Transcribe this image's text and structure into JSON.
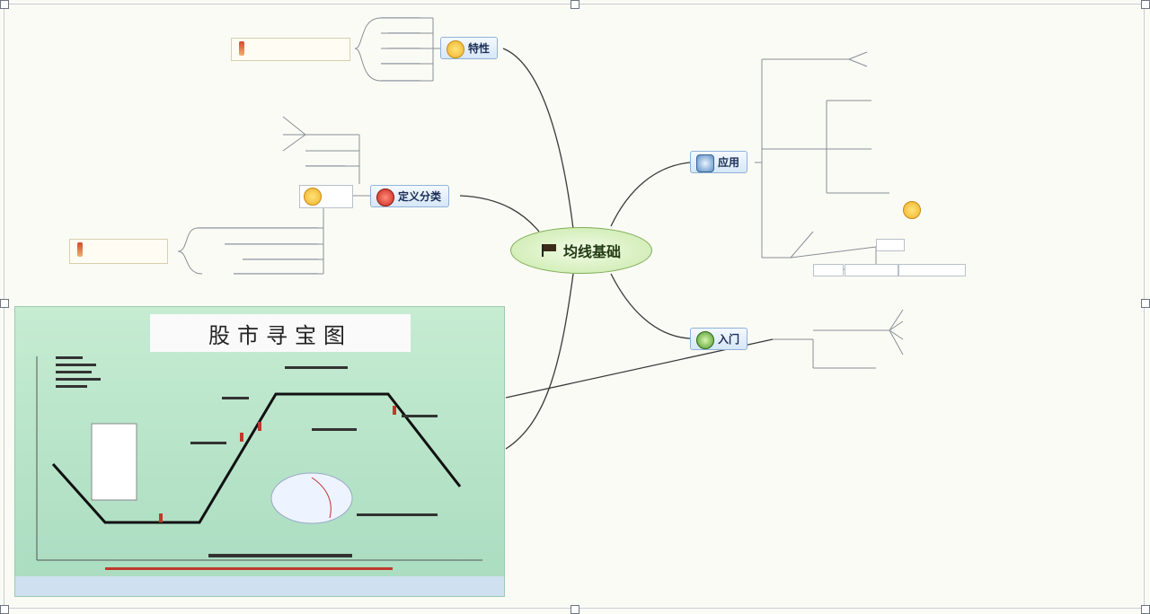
{
  "central_topic": "均线基础",
  "branches": {
    "shuxing": {
      "label": "特性",
      "children": [
        "",
        "",
        "",
        "",
        ""
      ]
    },
    "dingyi": {
      "label": "定义分类",
      "sub_label": "",
      "children": [
        "",
        "",
        "",
        "",
        ""
      ]
    },
    "yingyong": {
      "label": "应用"
    },
    "rumen": {
      "label": "入门"
    }
  },
  "notes": {
    "top_left": "",
    "mid_left": ""
  },
  "chart_panel": {
    "title": "股市寻宝图",
    "footer": ""
  },
  "colors": {
    "central_fill": "#c8e9a8",
    "topic_fill": "#d6e7f8",
    "panel_fill": "#b6e2c8",
    "link": "#3a3a3a"
  }
}
